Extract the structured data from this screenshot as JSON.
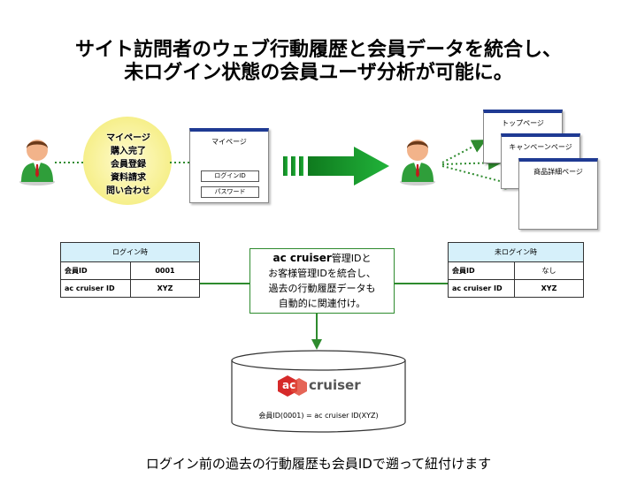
{
  "title": {
    "line1": "サイト訪問者のウェブ行動履歴と会員データを統合し、",
    "line2": "未ログイン状態の会員ユーザ分析が可能に。"
  },
  "bubble": {
    "items": [
      "マイページ",
      "購入完了",
      "会員登録",
      "資料請求",
      "問い合わせ"
    ]
  },
  "mypage_window": {
    "title": "マイページ",
    "login_id_label": "ログインID",
    "password_label": "パスワード"
  },
  "pages": {
    "top": "トップページ",
    "campaign": "キャンペーンページ",
    "product": "商品詳細ページ"
  },
  "login_table": {
    "header": "ログイン時",
    "rows": [
      {
        "label": "会員ID",
        "value": "0001"
      },
      {
        "label": "ac cruiser ID",
        "value": "XYZ"
      }
    ]
  },
  "nologin_table": {
    "header": "未ログイン時",
    "rows": [
      {
        "label": "会員ID",
        "value": "なし"
      },
      {
        "label": "ac cruiser ID",
        "value": "XYZ"
      }
    ]
  },
  "center_box": {
    "line1_bold": "ac cruiser",
    "line1_rest": "管理IDと",
    "line2": "お客様管理IDを統合し、",
    "line3": "過去の行動履歴データも",
    "line4": "自動的に関連付け。"
  },
  "database": {
    "logo_ac": "ac",
    "logo_text": "cruiser",
    "formula": "会員ID(0001) = ac cruiser ID(XYZ)"
  },
  "caption": "ログイン前の過去の行動履歴も会員IDで遡って紐付けます",
  "colors": {
    "window_bar": "#1f3a93",
    "table_header": "#d6f0fa",
    "connector": "#2e8b2e",
    "arrow_green": "#1a9a2a",
    "bubble": "#fbf7a8",
    "logo_red": "#d62a2a"
  }
}
